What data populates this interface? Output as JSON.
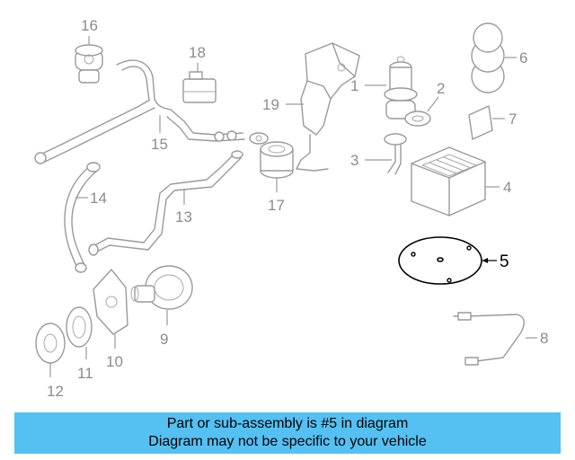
{
  "diagram": {
    "callouts": [
      "1",
      "2",
      "3",
      "4",
      "5",
      "6",
      "7",
      "8",
      "9",
      "10",
      "11",
      "12",
      "13",
      "14",
      "15",
      "16",
      "17",
      "18",
      "19"
    ],
    "highlighted_callout": "5"
  },
  "banner": {
    "line1": "Part or sub-assembly is #5 in diagram",
    "line2": "Diagram may not be specific to your vehicle"
  },
  "colors": {
    "banner_bg": "#55c0f2",
    "line_art": "#9a9a9a",
    "highlight": "#000000"
  }
}
